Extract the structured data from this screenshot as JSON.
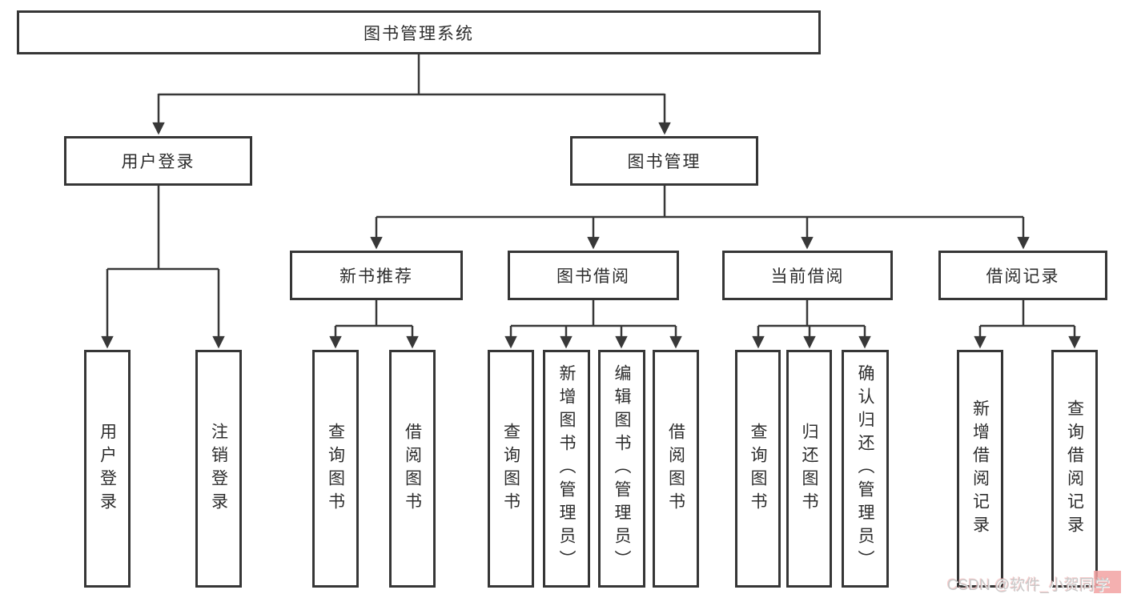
{
  "title": "图书管理系统",
  "branches": [
    {
      "label": "用户登录"
    },
    {
      "label": "图书管理"
    }
  ],
  "modules": [
    {
      "label": "新书推荐"
    },
    {
      "label": "图书借阅"
    },
    {
      "label": "当前借阅"
    },
    {
      "label": "借阅记录"
    }
  ],
  "leaves": [
    {
      "label": "用户登录"
    },
    {
      "label": "注销登录"
    },
    {
      "label": "查询图书"
    },
    {
      "label": "借阅图书"
    },
    {
      "label": "查询图书"
    },
    {
      "label": "新增图书（管理员）"
    },
    {
      "label": "编辑图书（管理员）"
    },
    {
      "label": "借阅图书"
    },
    {
      "label": "查询图书"
    },
    {
      "label": "归还图书"
    },
    {
      "label": "确认归还（管理员）"
    },
    {
      "label": "新增借阅记录"
    },
    {
      "label": "查询借阅记录"
    }
  ],
  "watermark": "CSDN @软件_小贺同学",
  "colors": {
    "line": "#383838",
    "text": "#2d2d2d",
    "watermark_gray": "#c9c9c9",
    "watermark_pink": "#f2a2a2"
  }
}
